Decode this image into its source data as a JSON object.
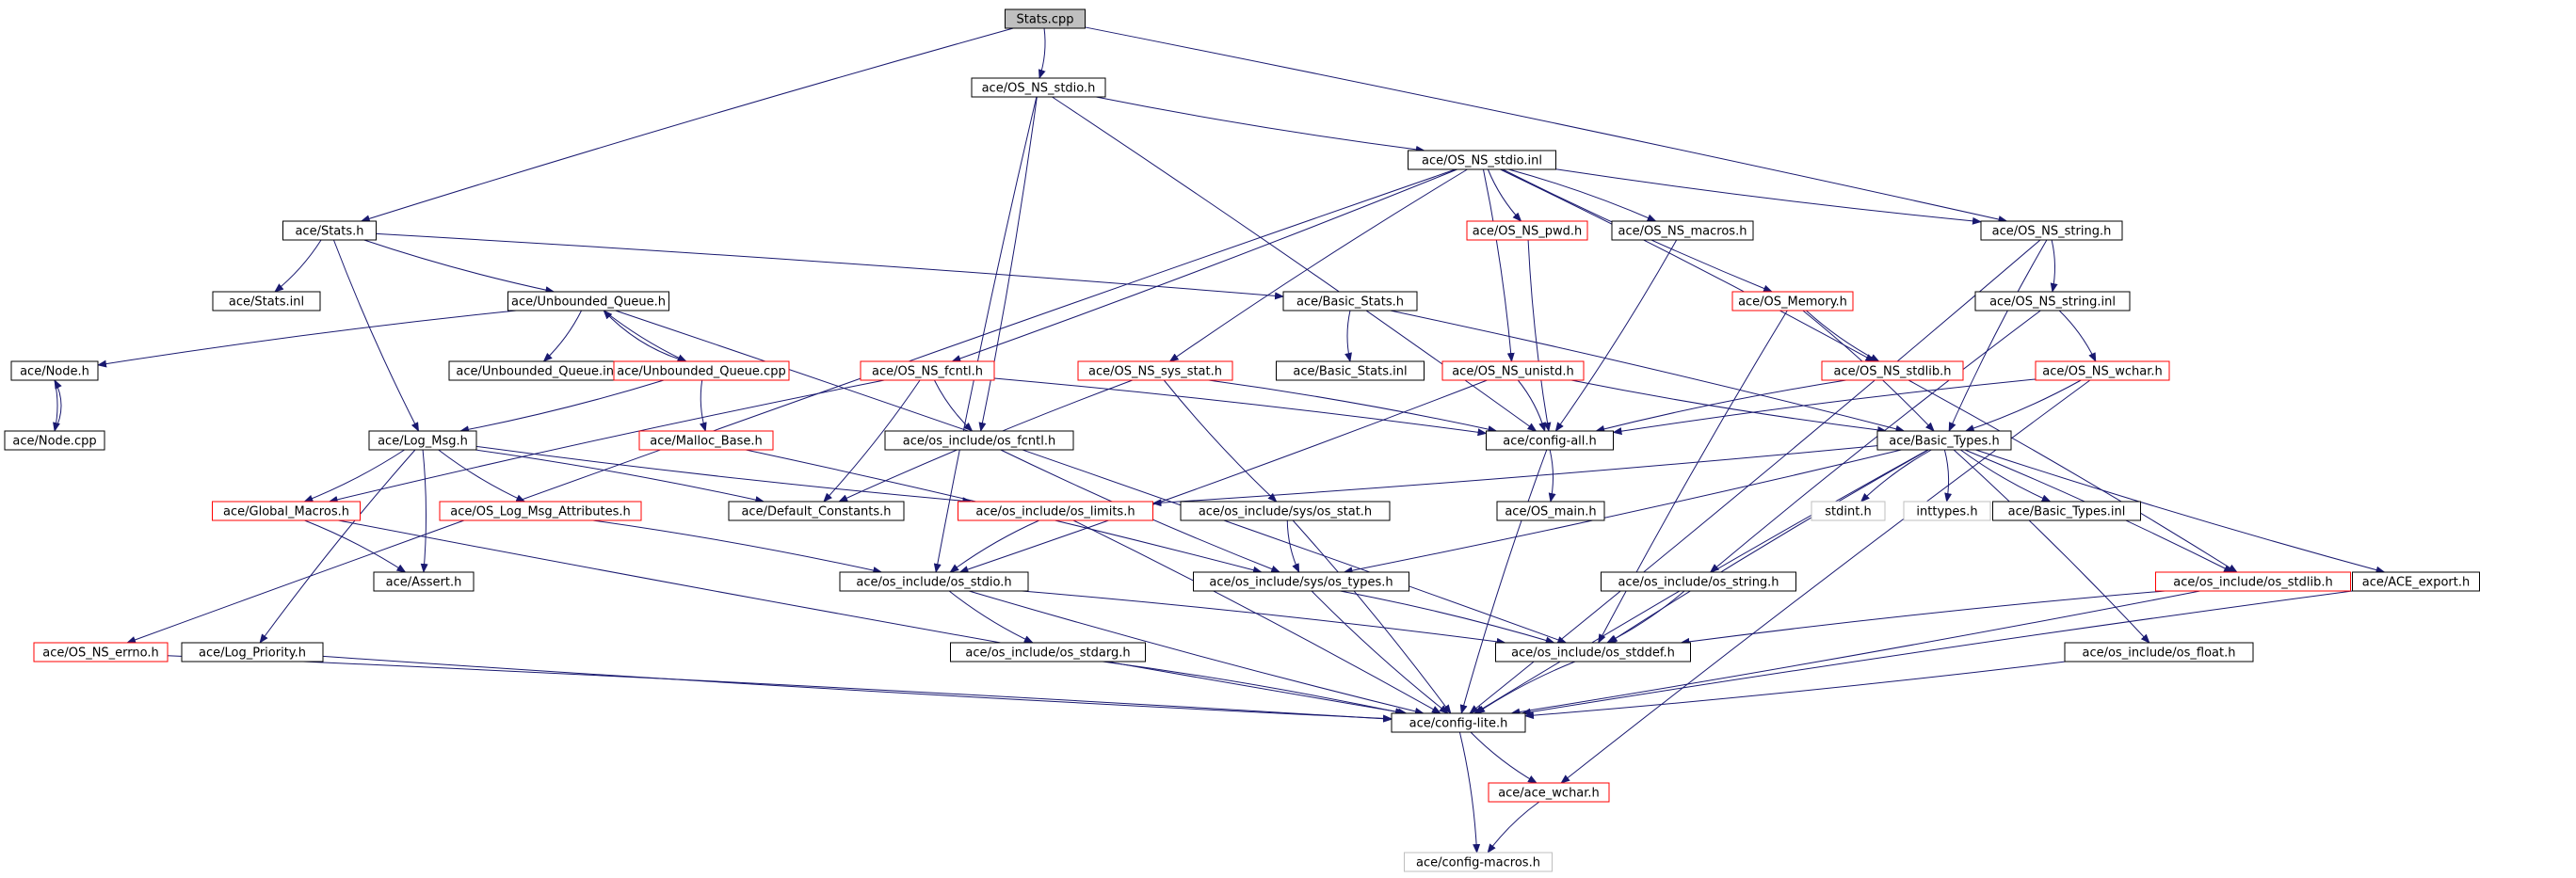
{
  "colors": {
    "edge": "#191970",
    "node_border_black": "#000000",
    "node_border_red": "#ff0000",
    "node_border_grey": "#bfbfbf",
    "root_fill": "#bfbfbf",
    "text": "#000000"
  },
  "nodes": [
    {
      "id": "stats_cpp",
      "label": "Stats.cpp",
      "style": "root"
    },
    {
      "id": "os_ns_stdio_h",
      "label": "ace/OS_NS_stdio.h",
      "style": "black"
    },
    {
      "id": "os_ns_stdio_inl",
      "label": "ace/OS_NS_stdio.inl",
      "style": "black"
    },
    {
      "id": "stats_h",
      "label": "ace/Stats.h",
      "style": "black"
    },
    {
      "id": "os_ns_string_h",
      "label": "ace/OS_NS_string.h",
      "style": "black"
    },
    {
      "id": "os_ns_pwd_h",
      "label": "ace/OS_NS_pwd.h",
      "style": "red"
    },
    {
      "id": "os_ns_macros_h",
      "label": "ace/OS_NS_macros.h",
      "style": "black"
    },
    {
      "id": "stats_inl",
      "label": "ace/Stats.inl",
      "style": "black"
    },
    {
      "id": "unbounded_queue_h",
      "label": "ace/Unbounded_Queue.h",
      "style": "black"
    },
    {
      "id": "basic_stats_h",
      "label": "ace/Basic_Stats.h",
      "style": "black"
    },
    {
      "id": "os_memory_h",
      "label": "ace/OS_Memory.h",
      "style": "red"
    },
    {
      "id": "os_ns_string_inl",
      "label": "ace/OS_NS_string.inl",
      "style": "black"
    },
    {
      "id": "node_h",
      "label": "ace/Node.h",
      "style": "black"
    },
    {
      "id": "unbounded_queue_inl",
      "label": "ace/Unbounded_Queue.inl",
      "style": "black"
    },
    {
      "id": "unbounded_queue_cpp",
      "label": "ace/Unbounded_Queue.cpp",
      "style": "red"
    },
    {
      "id": "os_ns_fcntl_h",
      "label": "ace/OS_NS_fcntl.h",
      "style": "red"
    },
    {
      "id": "os_ns_sys_stat_h",
      "label": "ace/OS_NS_sys_stat.h",
      "style": "red"
    },
    {
      "id": "basic_stats_inl",
      "label": "ace/Basic_Stats.inl",
      "style": "black"
    },
    {
      "id": "os_ns_unistd_h",
      "label": "ace/OS_NS_unistd.h",
      "style": "red"
    },
    {
      "id": "os_ns_stdlib_h",
      "label": "ace/OS_NS_stdlib.h",
      "style": "red"
    },
    {
      "id": "os_ns_wchar_h",
      "label": "ace/OS_NS_wchar.h",
      "style": "red"
    },
    {
      "id": "node_cpp",
      "label": "ace/Node.cpp",
      "style": "black"
    },
    {
      "id": "log_msg_h",
      "label": "ace/Log_Msg.h",
      "style": "black"
    },
    {
      "id": "malloc_base_h",
      "label": "ace/Malloc_Base.h",
      "style": "red"
    },
    {
      "id": "os_include_os_fcntl_h",
      "label": "ace/os_include/os_fcntl.h",
      "style": "black"
    },
    {
      "id": "config_all_h",
      "label": "ace/config-all.h",
      "style": "black"
    },
    {
      "id": "basic_types_h",
      "label": "ace/Basic_Types.h",
      "style": "black"
    },
    {
      "id": "global_macros_h",
      "label": "ace/Global_Macros.h",
      "style": "red"
    },
    {
      "id": "os_log_msg_attributes_h",
      "label": "ace/OS_Log_Msg_Attributes.h",
      "style": "red"
    },
    {
      "id": "default_constants_h",
      "label": "ace/Default_Constants.h",
      "style": "black"
    },
    {
      "id": "os_include_os_limits_h",
      "label": "ace/os_include/os_limits.h",
      "style": "red"
    },
    {
      "id": "os_include_sys_os_stat_h",
      "label": "ace/os_include/sys/os_stat.h",
      "style": "black"
    },
    {
      "id": "os_main_h",
      "label": "ace/OS_main.h",
      "style": "black"
    },
    {
      "id": "stdint_h",
      "label": "stdint.h",
      "style": "grey"
    },
    {
      "id": "inttypes_h",
      "label": "inttypes.h",
      "style": "grey"
    },
    {
      "id": "basic_types_inl",
      "label": "ace/Basic_Types.inl",
      "style": "black"
    },
    {
      "id": "assert_h",
      "label": "ace/Assert.h",
      "style": "black"
    },
    {
      "id": "os_include_os_stdio_h",
      "label": "ace/os_include/os_stdio.h",
      "style": "black"
    },
    {
      "id": "os_include_sys_os_types_h",
      "label": "ace/os_include/sys/os_types.h",
      "style": "black"
    },
    {
      "id": "os_include_os_string_h",
      "label": "ace/os_include/os_string.h",
      "style": "black"
    },
    {
      "id": "os_include_os_stdlib_h",
      "label": "ace/os_include/os_stdlib.h",
      "style": "red"
    },
    {
      "id": "ace_export_h",
      "label": "ace/ACE_export.h",
      "style": "black"
    },
    {
      "id": "os_ns_errno_h",
      "label": "ace/OS_NS_errno.h",
      "style": "red"
    },
    {
      "id": "log_priority_h",
      "label": "ace/Log_Priority.h",
      "style": "black"
    },
    {
      "id": "os_include_os_stdarg_h",
      "label": "ace/os_include/os_stdarg.h",
      "style": "black"
    },
    {
      "id": "os_include_os_stddef_h",
      "label": "ace/os_include/os_stddef.h",
      "style": "black"
    },
    {
      "id": "os_include_os_float_h",
      "label": "ace/os_include/os_float.h",
      "style": "black"
    },
    {
      "id": "config_lite_h",
      "label": "ace/config-lite.h",
      "style": "black"
    },
    {
      "id": "ace_wchar_h",
      "label": "ace/ace_wchar.h",
      "style": "red"
    },
    {
      "id": "config_macros_h",
      "label": "ace/config-macros.h",
      "style": "grey"
    }
  ],
  "edges": [
    [
      "stats_cpp",
      "os_ns_stdio_h"
    ],
    [
      "stats_cpp",
      "stats_h"
    ],
    [
      "stats_cpp",
      "os_ns_string_h"
    ],
    [
      "os_ns_stdio_h",
      "os_ns_stdio_inl"
    ],
    [
      "os_ns_stdio_h",
      "config_all_h"
    ],
    [
      "os_ns_stdio_h",
      "os_include_os_stdio_h"
    ],
    [
      "os_ns_stdio_h",
      "os_include_os_fcntl_h"
    ],
    [
      "os_ns_stdio_inl",
      "os_ns_errno_h"
    ],
    [
      "os_ns_stdio_inl",
      "os_ns_fcntl_h"
    ],
    [
      "os_ns_stdio_inl",
      "os_ns_sys_stat_h"
    ],
    [
      "os_ns_stdio_inl",
      "os_ns_unistd_h"
    ],
    [
      "os_ns_stdio_inl",
      "os_ns_pwd_h"
    ],
    [
      "os_ns_stdio_inl",
      "os_ns_macros_h"
    ],
    [
      "os_ns_stdio_inl",
      "os_memory_h"
    ],
    [
      "os_ns_stdio_inl",
      "os_ns_stdlib_h"
    ],
    [
      "os_ns_stdio_inl",
      "os_ns_string_h"
    ],
    [
      "stats_h",
      "stats_inl"
    ],
    [
      "stats_h",
      "unbounded_queue_h"
    ],
    [
      "stats_h",
      "basic_stats_h"
    ],
    [
      "stats_h",
      "log_msg_h"
    ],
    [
      "os_ns_string_h",
      "os_ns_string_inl"
    ],
    [
      "os_ns_string_h",
      "basic_types_h"
    ],
    [
      "os_ns_string_h",
      "config_lite_h"
    ],
    [
      "os_ns_pwd_h",
      "config_all_h"
    ],
    [
      "os_ns_macros_h",
      "config_all_h"
    ],
    [
      "unbounded_queue_h",
      "node_h"
    ],
    [
      "unbounded_queue_h",
      "unbounded_queue_inl"
    ],
    [
      "unbounded_queue_h",
      "unbounded_queue_cpp"
    ],
    [
      "unbounded_queue_h",
      "os_include_os_stddef_h"
    ],
    [
      "basic_stats_h",
      "basic_stats_inl"
    ],
    [
      "basic_stats_h",
      "basic_types_h"
    ],
    [
      "os_memory_h",
      "os_ns_stdlib_h"
    ],
    [
      "os_memory_h",
      "basic_types_h"
    ],
    [
      "os_memory_h",
      "os_include_os_stddef_h"
    ],
    [
      "os_ns_string_inl",
      "os_ns_wchar_h"
    ],
    [
      "os_ns_string_inl",
      "os_include_os_string_h"
    ],
    [
      "node_h",
      "node_cpp"
    ],
    [
      "node_cpp",
      "node_h"
    ],
    [
      "unbounded_queue_cpp",
      "unbounded_queue_h"
    ],
    [
      "unbounded_queue_cpp",
      "malloc_base_h"
    ],
    [
      "unbounded_queue_cpp",
      "log_msg_h"
    ],
    [
      "os_ns_fcntl_h",
      "os_include_os_fcntl_h"
    ],
    [
      "os_ns_fcntl_h",
      "config_all_h"
    ],
    [
      "os_ns_fcntl_h",
      "global_macros_h"
    ],
    [
      "os_ns_fcntl_h",
      "default_constants_h"
    ],
    [
      "os_ns_sys_stat_h",
      "os_include_sys_os_stat_h"
    ],
    [
      "os_ns_sys_stat_h",
      "config_all_h"
    ],
    [
      "os_ns_sys_stat_h",
      "default_constants_h"
    ],
    [
      "os_ns_unistd_h",
      "config_all_h"
    ],
    [
      "os_ns_unistd_h",
      "basic_types_h"
    ],
    [
      "os_ns_unistd_h",
      "os_include_os_stdio_h"
    ],
    [
      "os_ns_stdlib_h",
      "config_all_h"
    ],
    [
      "os_ns_stdlib_h",
      "os_include_os_stdlib_h"
    ],
    [
      "os_ns_wchar_h",
      "config_all_h"
    ],
    [
      "os_ns_wchar_h",
      "basic_types_h"
    ],
    [
      "os_ns_wchar_h",
      "ace_wchar_h"
    ],
    [
      "log_msg_h",
      "global_macros_h"
    ],
    [
      "log_msg_h",
      "os_log_msg_attributes_h"
    ],
    [
      "log_msg_h",
      "default_constants_h"
    ],
    [
      "log_msg_h",
      "os_include_os_limits_h"
    ],
    [
      "log_msg_h",
      "assert_h"
    ],
    [
      "log_msg_h",
      "log_priority_h"
    ],
    [
      "malloc_base_h",
      "os_include_sys_os_types_h"
    ],
    [
      "os_include_os_fcntl_h",
      "os_include_sys_os_types_h"
    ],
    [
      "config_all_h",
      "os_main_h"
    ],
    [
      "config_all_h",
      "config_lite_h"
    ],
    [
      "basic_types_h",
      "os_include_os_limits_h"
    ],
    [
      "basic_types_h",
      "stdint_h"
    ],
    [
      "basic_types_h",
      "inttypes_h"
    ],
    [
      "basic_types_h",
      "basic_types_inl"
    ],
    [
      "basic_types_h",
      "os_include_os_stdlib_h"
    ],
    [
      "basic_types_h",
      "ace_export_h"
    ],
    [
      "basic_types_h",
      "os_include_sys_os_types_h"
    ],
    [
      "basic_types_h",
      "os_include_os_stddef_h"
    ],
    [
      "basic_types_h",
      "os_include_os_float_h"
    ],
    [
      "basic_types_h",
      "config_lite_h"
    ],
    [
      "global_macros_h",
      "assert_h"
    ],
    [
      "global_macros_h",
      "config_lite_h"
    ],
    [
      "os_log_msg_attributes_h",
      "os_include_os_stdio_h"
    ],
    [
      "os_include_os_limits_h",
      "os_include_os_stdio_h"
    ],
    [
      "os_include_os_limits_h",
      "config_lite_h"
    ],
    [
      "os_include_sys_os_stat_h",
      "os_include_sys_os_types_h"
    ],
    [
      "os_include_sys_os_stat_h",
      "config_lite_h"
    ],
    [
      "os_include_os_stdio_h",
      "os_include_os_stdarg_h"
    ],
    [
      "os_include_os_stdio_h",
      "os_include_os_stddef_h"
    ],
    [
      "os_include_os_stdio_h",
      "config_lite_h"
    ],
    [
      "os_include_sys_os_types_h",
      "os_include_os_stddef_h"
    ],
    [
      "os_include_sys_os_types_h",
      "config_lite_h"
    ],
    [
      "os_include_os_string_h",
      "os_include_os_stddef_h"
    ],
    [
      "os_include_os_stdlib_h",
      "os_include_os_stddef_h"
    ],
    [
      "os_include_os_stdlib_h",
      "config_lite_h"
    ],
    [
      "ace_export_h",
      "config_lite_h"
    ],
    [
      "os_ns_errno_h",
      "config_lite_h"
    ],
    [
      "log_priority_h",
      "config_lite_h"
    ],
    [
      "os_include_os_stdarg_h",
      "config_lite_h"
    ],
    [
      "os_include_os_stddef_h",
      "config_lite_h"
    ],
    [
      "os_include_os_float_h",
      "config_lite_h"
    ],
    [
      "config_lite_h",
      "ace_wchar_h"
    ],
    [
      "config_lite_h",
      "config_macros_h"
    ],
    [
      "ace_wchar_h",
      "config_macros_h"
    ]
  ]
}
